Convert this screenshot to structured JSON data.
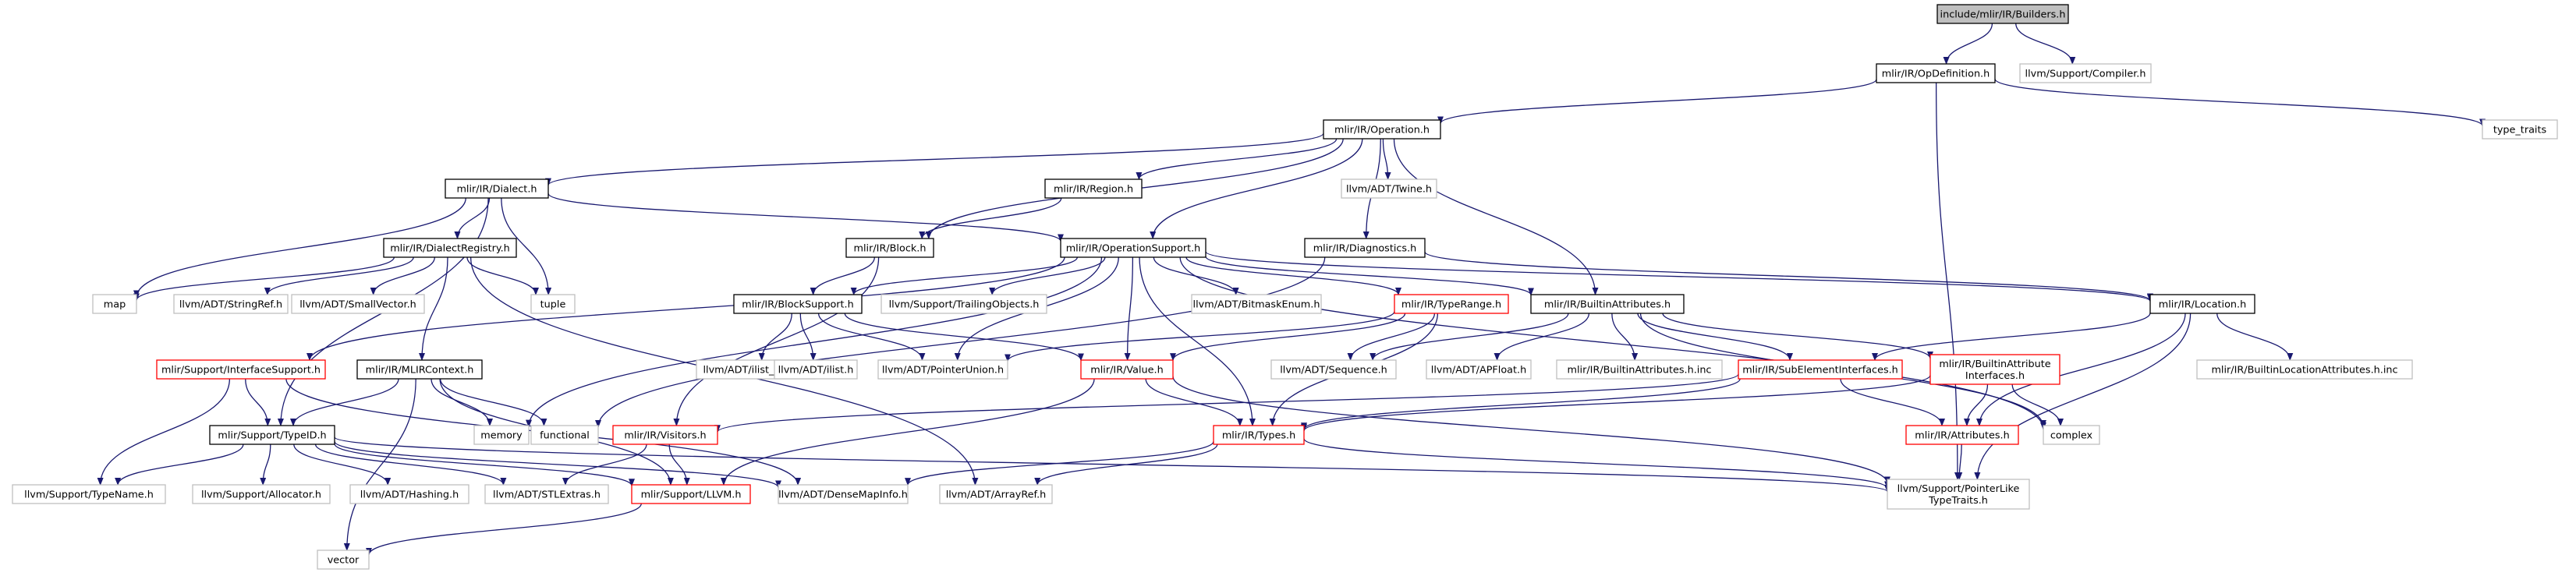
{
  "colors": {
    "edge": "#191970",
    "node_border_documented": "#000000",
    "node_border_undocumented": "#bfbfbf",
    "node_border_truncated": "#ff0000",
    "node_fill_root": "#bfbfbf",
    "node_fill": "#ffffff"
  },
  "nodes": [
    {
      "id": "builders",
      "label": "include/mlir/IR/Builders.h",
      "style": "root"
    },
    {
      "id": "opdef",
      "label": "mlir/IR/OpDefinition.h",
      "style": "documented"
    },
    {
      "id": "compiler",
      "label": "llvm/Support/Compiler.h",
      "style": "undocumented"
    },
    {
      "id": "type_traits",
      "label": "type_traits",
      "style": "undocumented"
    },
    {
      "id": "operation",
      "label": "mlir/IR/Operation.h",
      "style": "documented"
    },
    {
      "id": "dialect",
      "label": "mlir/IR/Dialect.h",
      "style": "documented"
    },
    {
      "id": "region",
      "label": "mlir/IR/Region.h",
      "style": "documented"
    },
    {
      "id": "twine",
      "label": "llvm/ADT/Twine.h",
      "style": "undocumented"
    },
    {
      "id": "dialectreg",
      "label": "mlir/IR/DialectRegistry.h",
      "style": "documented"
    },
    {
      "id": "block",
      "label": "mlir/IR/Block.h",
      "style": "documented"
    },
    {
      "id": "opsupport",
      "label": "mlir/IR/OperationSupport.h",
      "style": "documented"
    },
    {
      "id": "diagnostics",
      "label": "mlir/IR/Diagnostics.h",
      "style": "documented"
    },
    {
      "id": "map",
      "label": "map",
      "style": "undocumented"
    },
    {
      "id": "stringref",
      "label": "llvm/ADT/StringRef.h",
      "style": "undocumented"
    },
    {
      "id": "smallvector",
      "label": "llvm/ADT/SmallVector.h",
      "style": "undocumented"
    },
    {
      "id": "tuple",
      "label": "tuple",
      "style": "undocumented"
    },
    {
      "id": "blocksupport",
      "label": "mlir/IR/BlockSupport.h",
      "style": "documented"
    },
    {
      "id": "trailingobjects",
      "label": "llvm/Support/TrailingObjects.h",
      "style": "undocumented"
    },
    {
      "id": "bitmaskenum",
      "label": "llvm/ADT/BitmaskEnum.h",
      "style": "undocumented"
    },
    {
      "id": "typerange",
      "label": "mlir/IR/TypeRange.h",
      "style": "truncated"
    },
    {
      "id": "builtinattrs",
      "label": "mlir/IR/BuiltinAttributes.h",
      "style": "documented"
    },
    {
      "id": "location",
      "label": "mlir/IR/Location.h",
      "style": "documented"
    },
    {
      "id": "ifacesupport",
      "label": "mlir/Support/InterfaceSupport.h",
      "style": "truncated"
    },
    {
      "id": "mlircontext",
      "label": "mlir/IR/MLIRContext.h",
      "style": "documented"
    },
    {
      "id": "ilistnode",
      "label": "llvm/ADT/ilist_node.h",
      "style": "undocumented"
    },
    {
      "id": "ilist",
      "label": "llvm/ADT/ilist.h",
      "style": "undocumented"
    },
    {
      "id": "pointerunion",
      "label": "llvm/ADT/PointerUnion.h",
      "style": "undocumented"
    },
    {
      "id": "value",
      "label": "mlir/IR/Value.h",
      "style": "truncated"
    },
    {
      "id": "sequence",
      "label": "llvm/ADT/Sequence.h",
      "style": "undocumented"
    },
    {
      "id": "apfloat",
      "label": "llvm/ADT/APFloat.h",
      "style": "undocumented"
    },
    {
      "id": "builtinattrsinc",
      "label": "mlir/IR/BuiltinAttributes.h.inc",
      "style": "undocumented"
    },
    {
      "id": "subelem",
      "label": "mlir/IR/SubElementInterfaces.h",
      "style": "truncated"
    },
    {
      "id": "builtinattrifaces",
      "label": [
        "mlir/IR/BuiltinAttribute",
        "Interfaces.h"
      ],
      "style": "truncated"
    },
    {
      "id": "builtinlocinc",
      "label": "mlir/IR/BuiltinLocationAttributes.h.inc",
      "style": "undocumented"
    },
    {
      "id": "memory",
      "label": "memory",
      "style": "undocumented"
    },
    {
      "id": "functional",
      "label": "functional",
      "style": "undocumented"
    },
    {
      "id": "typeid",
      "label": "mlir/Support/TypeID.h",
      "style": "documented"
    },
    {
      "id": "visitors",
      "label": "mlir/IR/Visitors.h",
      "style": "truncated"
    },
    {
      "id": "types",
      "label": "mlir/IR/Types.h",
      "style": "truncated"
    },
    {
      "id": "attributes",
      "label": "mlir/IR/Attributes.h",
      "style": "truncated"
    },
    {
      "id": "complex",
      "label": "complex",
      "style": "undocumented"
    },
    {
      "id": "typename",
      "label": "llvm/Support/TypeName.h",
      "style": "undocumented"
    },
    {
      "id": "allocator",
      "label": "llvm/Support/Allocator.h",
      "style": "undocumented"
    },
    {
      "id": "hashing",
      "label": "llvm/ADT/Hashing.h",
      "style": "undocumented"
    },
    {
      "id": "stlextras",
      "label": "llvm/ADT/STLExtras.h",
      "style": "undocumented"
    },
    {
      "id": "llvmh",
      "label": "mlir/Support/LLVM.h",
      "style": "truncated"
    },
    {
      "id": "densemapinfo",
      "label": "llvm/ADT/DenseMapInfo.h",
      "style": "undocumented"
    },
    {
      "id": "arrayref",
      "label": "llvm/ADT/ArrayRef.h",
      "style": "undocumented"
    },
    {
      "id": "pointerliketypetraits",
      "label": [
        "llvm/Support/PointerLike",
        "TypeTraits.h"
      ],
      "style": "undocumented"
    },
    {
      "id": "vector",
      "label": "vector",
      "style": "undocumented"
    }
  ],
  "edges": [
    [
      "builders",
      "opdef"
    ],
    [
      "builders",
      "compiler"
    ],
    [
      "opdef",
      "operation"
    ],
    [
      "opdef",
      "type_traits"
    ],
    [
      "opdef",
      "pointerliketypetraits"
    ],
    [
      "operation",
      "dialect"
    ],
    [
      "operation",
      "region"
    ],
    [
      "operation",
      "twine"
    ],
    [
      "operation",
      "block"
    ],
    [
      "operation",
      "opsupport"
    ],
    [
      "operation",
      "diagnostics"
    ],
    [
      "operation",
      "builtinattrs"
    ],
    [
      "dialect",
      "dialectreg"
    ],
    [
      "dialect",
      "opsupport"
    ],
    [
      "dialect",
      "map"
    ],
    [
      "dialect",
      "tuple"
    ],
    [
      "dialect",
      "typeid"
    ],
    [
      "region",
      "block"
    ],
    [
      "dialectreg",
      "map"
    ],
    [
      "dialectreg",
      "stringref"
    ],
    [
      "dialectreg",
      "smallvector"
    ],
    [
      "dialectreg",
      "tuple"
    ],
    [
      "dialectreg",
      "mlircontext"
    ],
    [
      "dialectreg",
      "arrayref"
    ],
    [
      "block",
      "blocksupport"
    ],
    [
      "block",
      "visitors"
    ],
    [
      "opsupport",
      "blocksupport"
    ],
    [
      "opsupport",
      "trailingobjects"
    ],
    [
      "opsupport",
      "bitmaskenum"
    ],
    [
      "opsupport",
      "typerange"
    ],
    [
      "opsupport",
      "builtinattrs"
    ],
    [
      "opsupport",
      "location"
    ],
    [
      "opsupport",
      "ifacesupport"
    ],
    [
      "opsupport",
      "value"
    ],
    [
      "opsupport",
      "pointerunion"
    ],
    [
      "opsupport",
      "memory"
    ],
    [
      "opsupport",
      "types"
    ],
    [
      "opsupport",
      "complex"
    ],
    [
      "diagnostics",
      "location"
    ],
    [
      "diagnostics",
      "functional"
    ],
    [
      "blocksupport",
      "ilistnode"
    ],
    [
      "blocksupport",
      "ilist"
    ],
    [
      "blocksupport",
      "pointerunion"
    ],
    [
      "blocksupport",
      "value"
    ],
    [
      "typerange",
      "value"
    ],
    [
      "typerange",
      "sequence"
    ],
    [
      "typerange",
      "types"
    ],
    [
      "typerange",
      "pointerunion"
    ],
    [
      "builtinattrs",
      "subelem"
    ],
    [
      "builtinattrs",
      "builtinattrifaces"
    ],
    [
      "builtinattrs",
      "apfloat"
    ],
    [
      "builtinattrs",
      "builtinattrsinc"
    ],
    [
      "builtinattrs",
      "sequence"
    ],
    [
      "builtinattrs",
      "complex"
    ],
    [
      "location",
      "subelem"
    ],
    [
      "location",
      "attributes"
    ],
    [
      "location",
      "builtinlocinc"
    ],
    [
      "location",
      "pointerliketypetraits"
    ],
    [
      "ifacesupport",
      "typeid"
    ],
    [
      "ifacesupport",
      "typename"
    ],
    [
      "ifacesupport",
      "densemapinfo"
    ],
    [
      "mlircontext",
      "typeid"
    ],
    [
      "mlircontext",
      "memory"
    ],
    [
      "mlircontext",
      "functional"
    ],
    [
      "mlircontext",
      "vector"
    ],
    [
      "mlircontext",
      "llvmh"
    ],
    [
      "value",
      "types"
    ],
    [
      "value",
      "llvmh"
    ],
    [
      "value",
      "pointerliketypetraits"
    ],
    [
      "subelem",
      "visitors"
    ],
    [
      "subelem",
      "attributes"
    ],
    [
      "subelem",
      "types"
    ],
    [
      "builtinattrifaces",
      "attributes"
    ],
    [
      "builtinattrifaces",
      "types"
    ],
    [
      "builtinattrifaces",
      "complex"
    ],
    [
      "typeid",
      "typename"
    ],
    [
      "typeid",
      "allocator"
    ],
    [
      "typeid",
      "hashing"
    ],
    [
      "typeid",
      "stlextras"
    ],
    [
      "typeid",
      "llvmh"
    ],
    [
      "typeid",
      "densemapinfo"
    ],
    [
      "typeid",
      "pointerliketypetraits"
    ],
    [
      "visitors",
      "llvmh"
    ],
    [
      "visitors",
      "stlextras"
    ],
    [
      "types",
      "densemapinfo"
    ],
    [
      "types",
      "arrayref"
    ],
    [
      "types",
      "pointerliketypetraits"
    ],
    [
      "attributes",
      "pointerliketypetraits"
    ],
    [
      "llvmh",
      "vector"
    ]
  ]
}
